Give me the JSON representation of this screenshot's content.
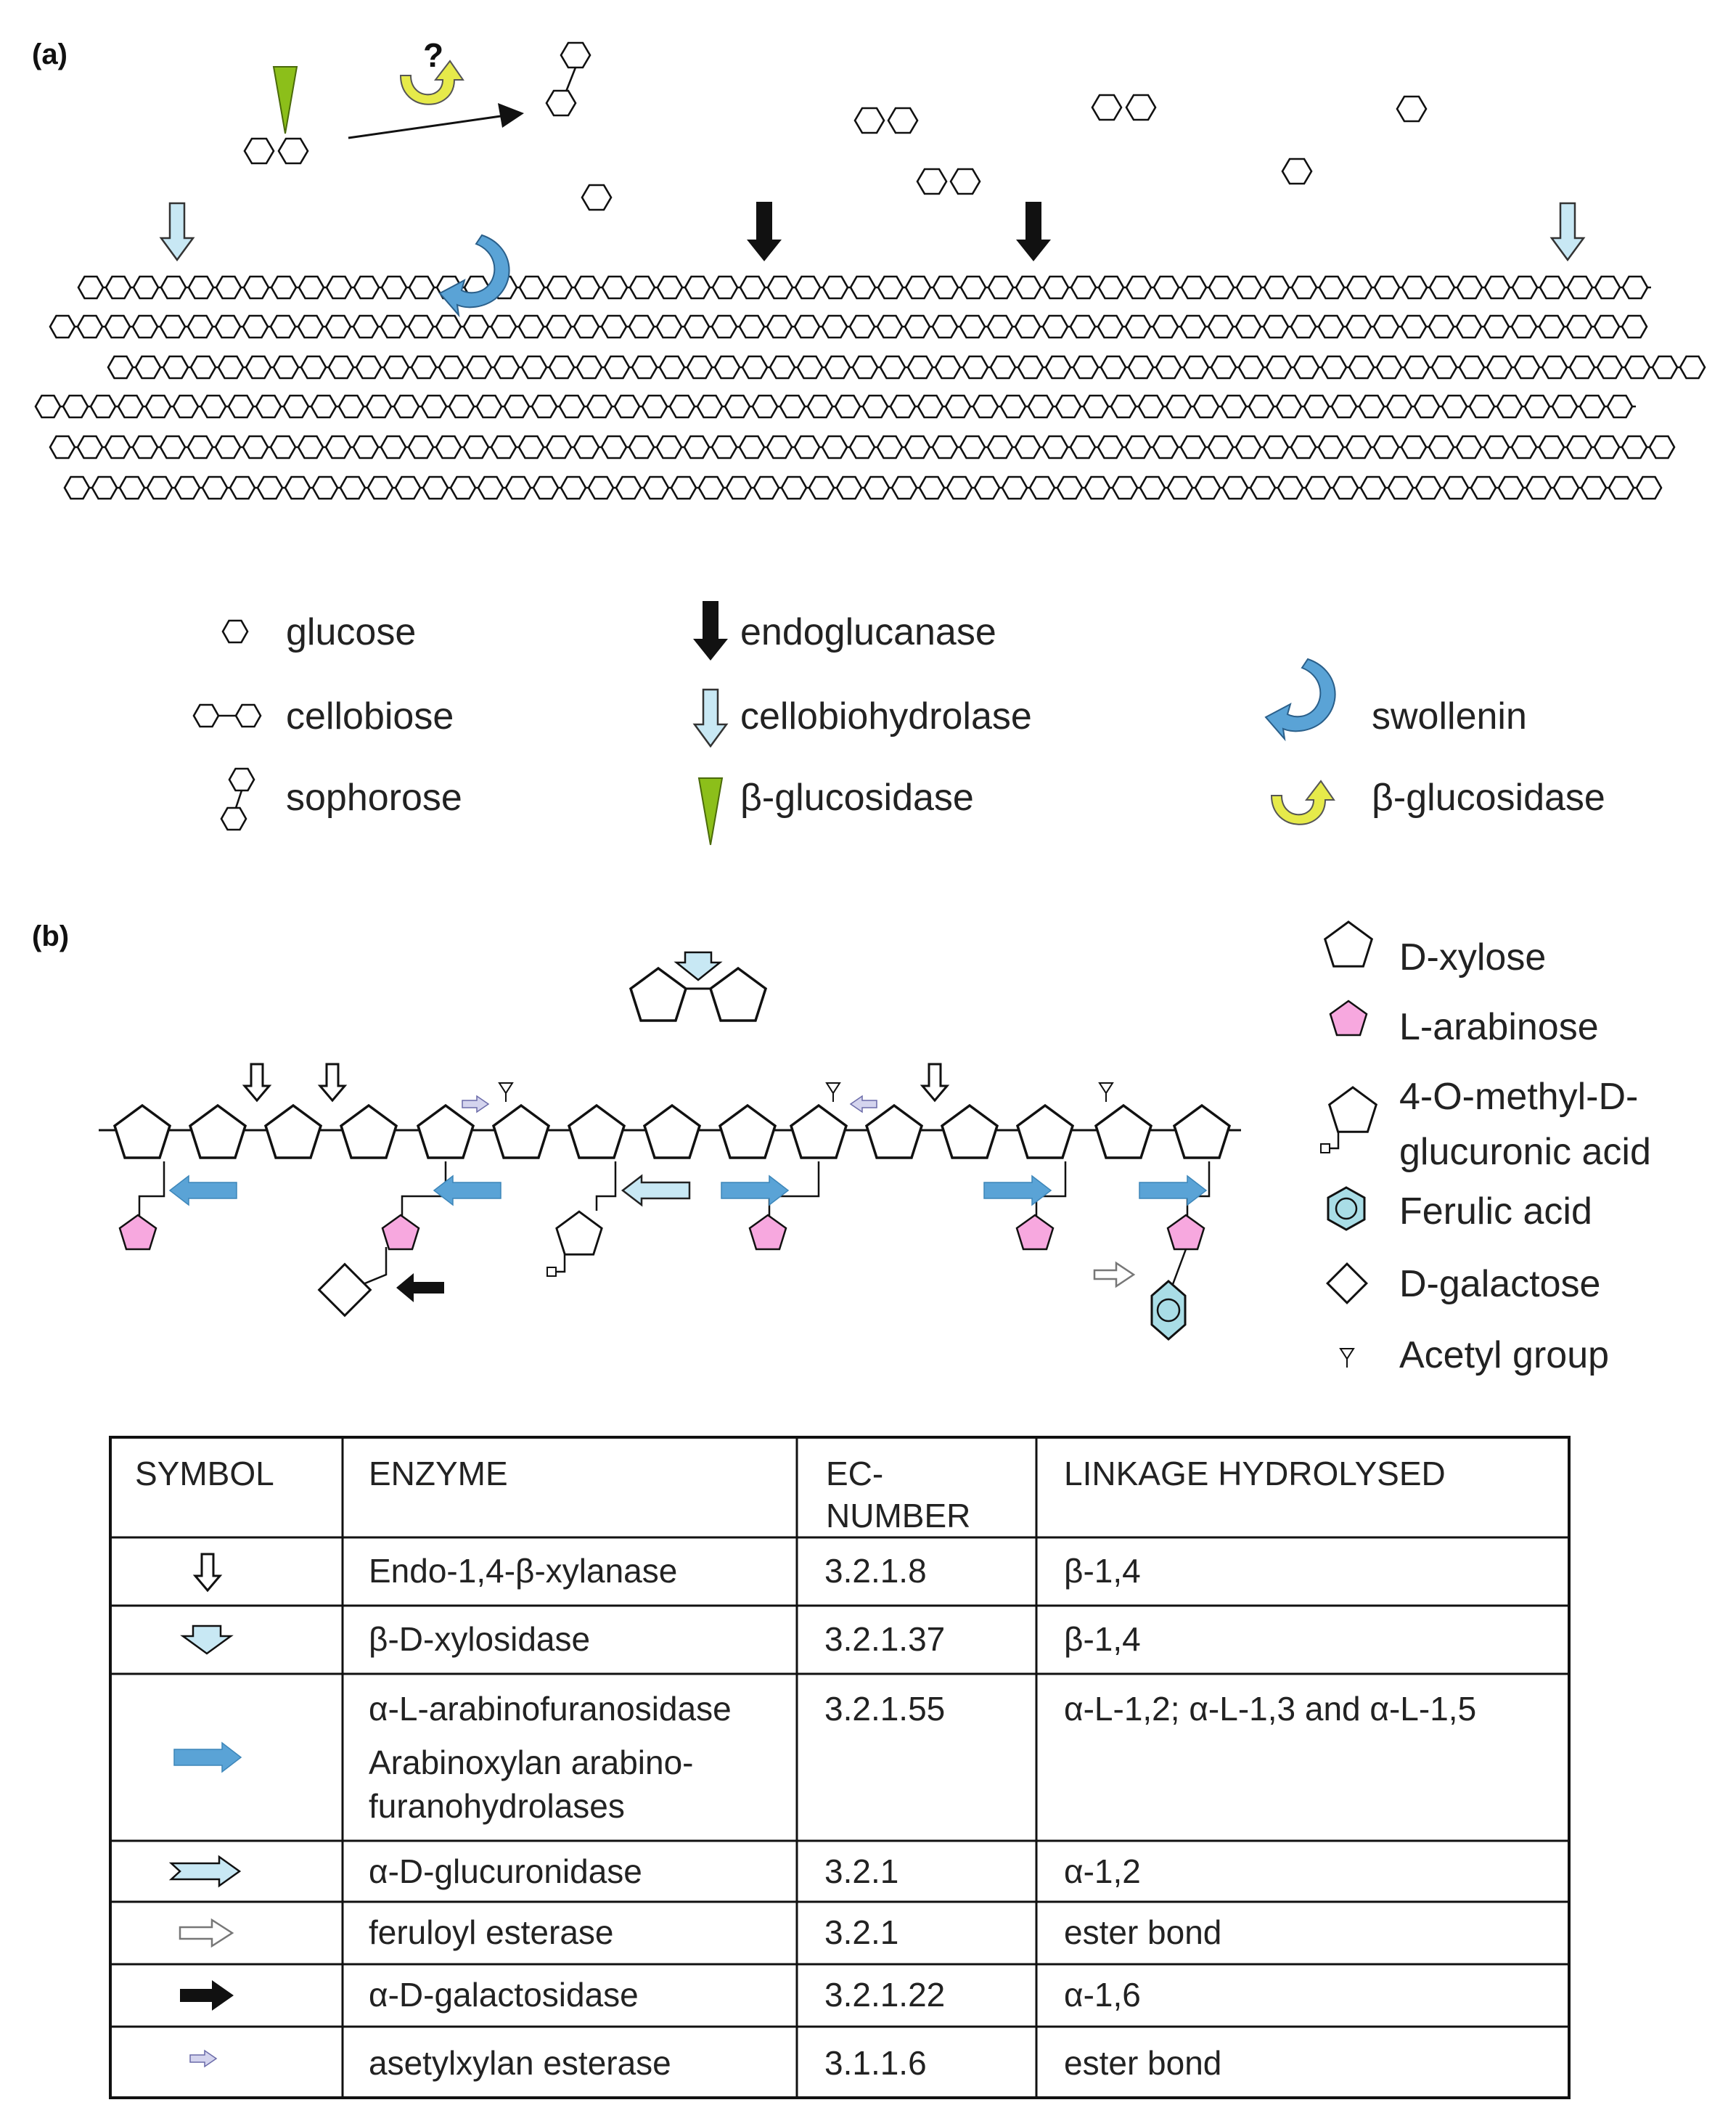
{
  "panel_a": {
    "label": "(a)",
    "question_mark": "?",
    "legend": {
      "glucose": "glucose",
      "cellobiose": "cellobiose",
      "sophorose": "sophorose",
      "endoglucanase": "endoglucanase",
      "cellobiohydrolase": "cellobiohydrolase",
      "beta_glucosidase_arrow": "β-glucosidase",
      "swollenin": "swollenin",
      "beta_glucosidase_curved": "β-glucosidase"
    }
  },
  "panel_b": {
    "label": "(b)",
    "legend": {
      "xylose": "D-xylose",
      "arabinose": "L-arabinose",
      "methyl_glucuronic_1": "4-O-methyl-D-",
      "methyl_glucuronic_2": "glucuronic acid",
      "ferulic": "Ferulic acid",
      "galactose": "D-galactose",
      "acetyl": "Acetyl group"
    }
  },
  "colors": {
    "arabinose_pink": "#f7a8df",
    "blue_arrow": "#5aa3d6",
    "light_blue": "#c8e8f4",
    "green_wedge": "#8cbf1a",
    "yellow_arrow": "#e6ea4a",
    "ferulic_fill": "#a9dde6"
  },
  "table": {
    "headers": {
      "symbol": "SYMBOL",
      "enzyme": "ENZYME",
      "ec_1": "EC-",
      "ec_2": "NUMBER",
      "linkage": "LINKAGE HYDROLYSED"
    },
    "rows": [
      {
        "icon": "hollow-down-arrow-icon",
        "enzyme": "Endo-1,4-β-xylanase",
        "ec": "3.2.1.8",
        "linkage": "β-1,4"
      },
      {
        "icon": "xylosidase-arrow-icon",
        "enzyme": "β-D-xylosidase",
        "ec": "3.2.1.37",
        "linkage": "β-1,4"
      },
      {
        "icon": "blue-right-arrow-icon",
        "enzyme": "α-L-arabinofuranosidase",
        "enzyme_2": "Arabinoxylan arabino-",
        "enzyme_3": "furanohydrolases",
        "ec": "3.2.1.55",
        "linkage": "α-L-1,2; α-L-1,3 and α-L-1,5"
      },
      {
        "icon": "light-blue-right-arrow-icon",
        "enzyme": "α-D-glucuronidase",
        "ec": "3.2.1",
        "linkage": "α-1,2"
      },
      {
        "icon": "grey-open-arrow-icon",
        "enzyme": "feruloyl esterase",
        "ec": "3.2.1",
        "linkage": "ester bond"
      },
      {
        "icon": "black-right-arrow-icon",
        "enzyme": "α-D-galactosidase",
        "ec": "3.2.1.22",
        "linkage": "α-1,6"
      },
      {
        "icon": "small-lavender-arrow-icon",
        "enzyme": "asetylxylan esterase",
        "ec": "3.1.1.6",
        "linkage": "ester bond"
      }
    ]
  }
}
